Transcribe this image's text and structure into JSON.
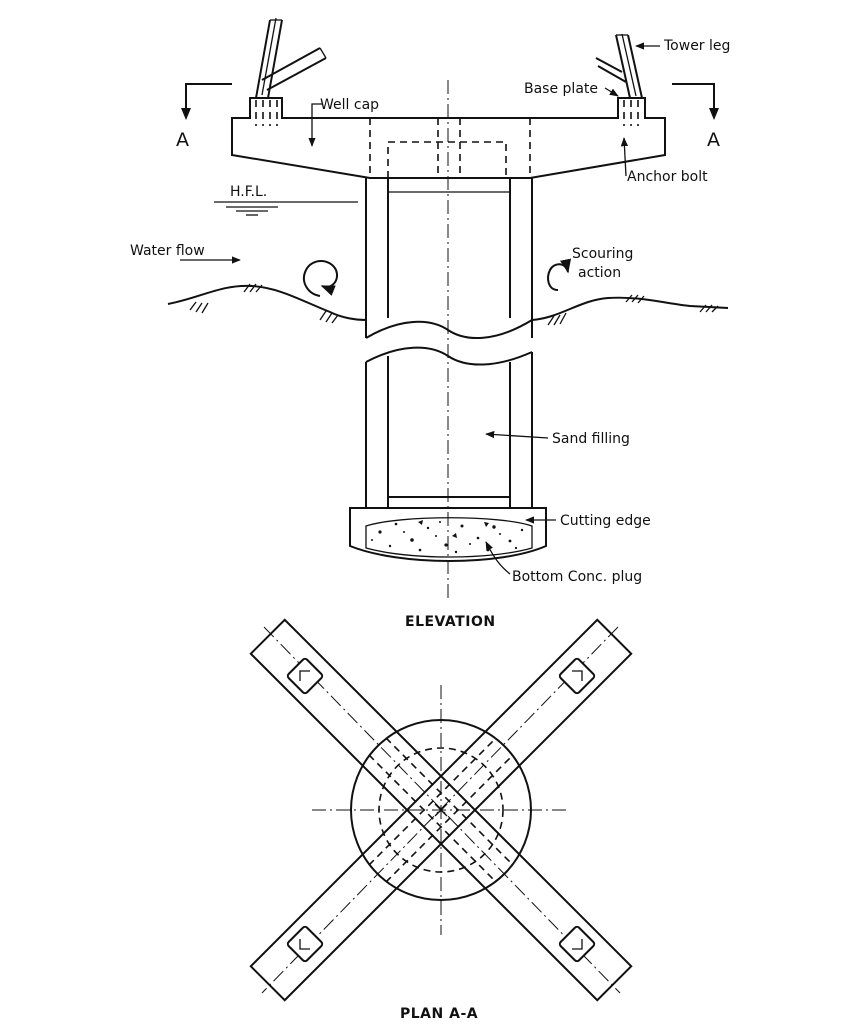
{
  "labels": {
    "tower_leg": "Tower leg",
    "base_plate": "Base plate",
    "well_cap": "Well cap",
    "anchor_bolt": "Anchor bolt",
    "hfl": "H.F.L.",
    "water_flow": "Water flow",
    "scouring_action_1": "Scouring",
    "scouring_action_2": "action",
    "sand_filling": "Sand filling",
    "cutting_edge": "Cutting edge",
    "bottom_plug": "Bottom Conc. plug",
    "section_mark": "A"
  },
  "titles": {
    "elevation": "ELEVATION",
    "plan": "PLAN A-A"
  },
  "colors": {
    "ink": "#111111",
    "paper": "#ffffff"
  }
}
